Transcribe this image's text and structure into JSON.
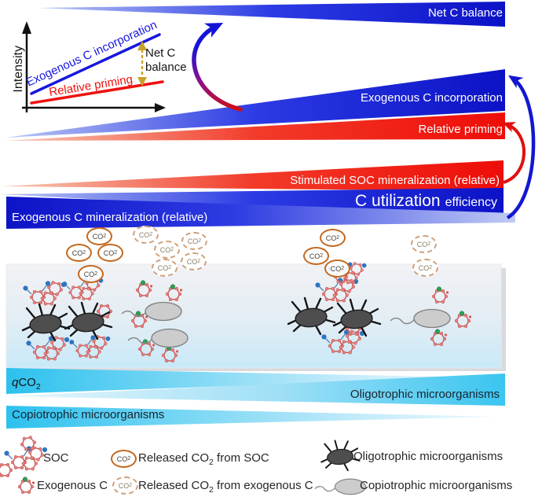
{
  "figure": {
    "top_wedge_label": "Net C balance",
    "inset": {
      "y_axis_label": "Intensity",
      "blue_line_label": "Exogenous C incorporation",
      "red_line_label": "Relative priming",
      "note_line1": "Net C",
      "note_line2": "balance"
    },
    "wedges": {
      "exo_incorporation": "Exogenous C incorporation",
      "relative_priming": "Relative priming",
      "stimulated_soc": "Stimulated SOC mineralization (relative)",
      "cue_main": "C utilization",
      "cue_small": "efficiency",
      "exo_mineralization": "Exogenous C mineralization (relative)",
      "qco2": {
        "q": "q",
        "co": "CO",
        "sub": "2"
      },
      "oligotrophic": "Oligotrophic microorganisms",
      "copiotrophic": "Copiotrophic microorganisms"
    },
    "co2_badge": {
      "co": "CO",
      "sub": "2"
    },
    "legend": {
      "soc": "SOC",
      "exogenous_c": "Exogenous C",
      "released_soc": {
        "pre": "Released CO",
        "sub": "2",
        "post": " from SOC"
      },
      "released_exo": {
        "pre": "Released CO",
        "sub": "2",
        "post": " from exogenous C"
      },
      "oligotrophic": "Oligotrophic microorganisms",
      "copiotrophic": "Copiotrophic microorganisms"
    },
    "colors": {
      "deep_blue": "#0d13c7",
      "red": "#ee100a",
      "cyan": "#35c4ef",
      "gold_dashed_arrow": "#c9a227",
      "soc_ring": "#cf5a5a",
      "co2_solid_ring": "#c2681f",
      "co2_dashed_ring": "#cfa07a"
    }
  }
}
